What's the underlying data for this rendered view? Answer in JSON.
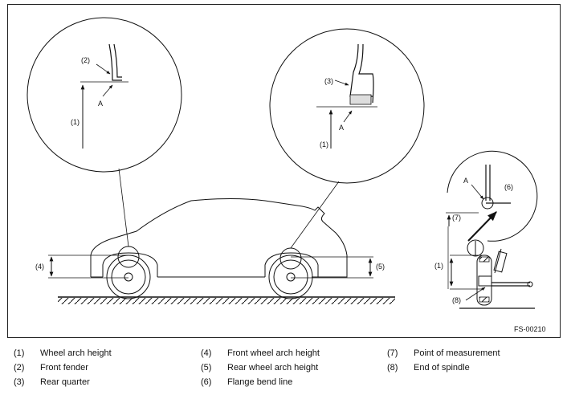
{
  "figure_code": "FS-00210",
  "callouts": {
    "c1_fender": "(1)",
    "c2_fender": "(2)",
    "a_fender": "A",
    "c1_quarter": "(1)",
    "c3_quarter": "(3)",
    "a_quarter": "A",
    "c4": "(4)",
    "c5": "(5)",
    "a_spindle": "A",
    "c6": "(6)",
    "c7": "(7)",
    "c1_spindle": "(1)",
    "c8": "(8)"
  },
  "legend": [
    {
      "num": "(1)",
      "text": "Wheel arch height"
    },
    {
      "num": "(2)",
      "text": "Front fender"
    },
    {
      "num": "(3)",
      "text": "Rear quarter"
    },
    {
      "num": "(4)",
      "text": "Front wheel arch height"
    },
    {
      "num": "(5)",
      "text": "Rear wheel arch height"
    },
    {
      "num": "(6)",
      "text": "Flange bend line"
    },
    {
      "num": "(7)",
      "text": "Point of measurement"
    },
    {
      "num": "(8)",
      "text": "End of spindle"
    }
  ]
}
